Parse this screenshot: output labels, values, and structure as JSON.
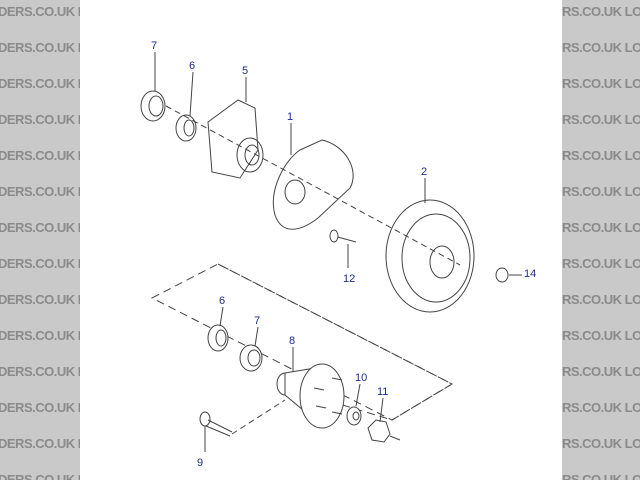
{
  "watermark": {
    "text": "LOCOSTBUILDERS.CO.UK",
    "left_fragment": "DERS.CO.UK  LOCO",
    "right_fragment": "RS.CO.UK  LOCOST"
  },
  "colors": {
    "background": "#c9c9c9",
    "sheet": "#ffffff",
    "callout": "#1c2a8c",
    "line": "#444444"
  },
  "callouts": {
    "upper_7": "7",
    "upper_6": "6",
    "upper_5": "5",
    "upper_1": "1",
    "upper_2": "2",
    "upper_12": "12",
    "upper_14": "14",
    "lower_6": "6",
    "lower_7": "7",
    "lower_8": "8",
    "lower_10": "10",
    "lower_11": "11",
    "lower_9": "9"
  }
}
